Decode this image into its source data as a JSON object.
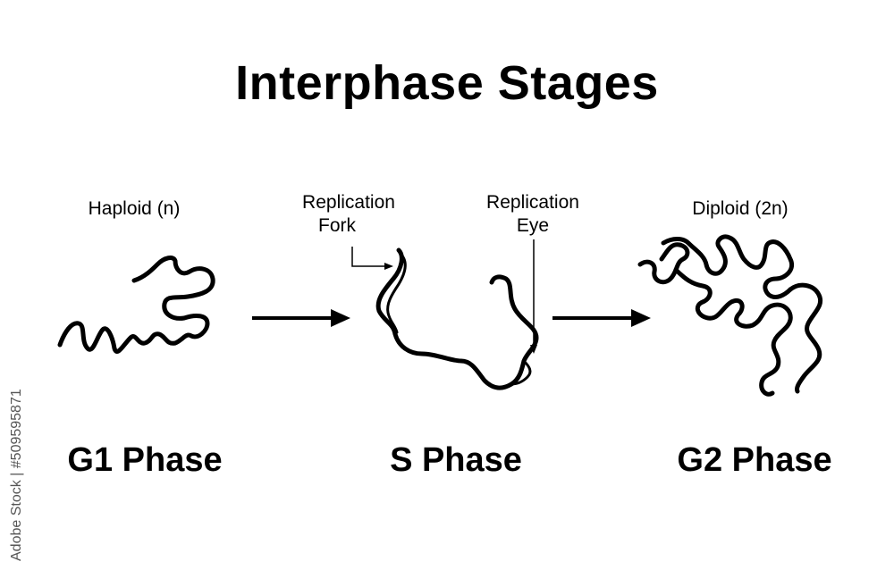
{
  "title": "Interphase Stages",
  "stages": [
    {
      "phase": "G1 Phase",
      "state": "Haploid (n)"
    },
    {
      "phase": "S Phase"
    },
    {
      "phase": "G2 Phase",
      "state": "Diploid (2n)"
    }
  ],
  "annotations": {
    "fork_line1": "Replication",
    "fork_line2": "Fork",
    "eye_line1": "Replication",
    "eye_line2": "Eye"
  },
  "watermark": "Adobe Stock | #509595871",
  "colors": {
    "stroke": "#000000",
    "background": "#ffffff"
  }
}
